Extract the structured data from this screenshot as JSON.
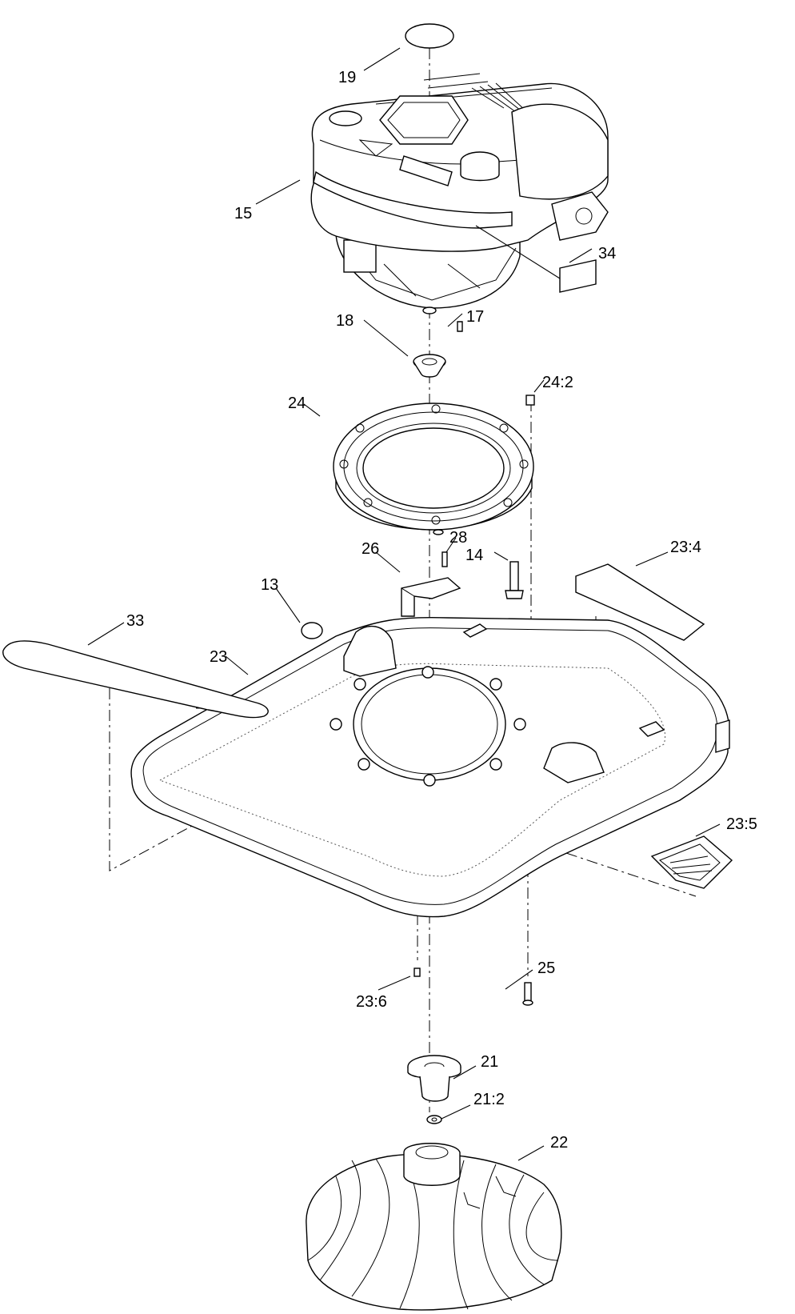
{
  "callouts": {
    "c19": "19",
    "c15": "15",
    "c34": "34",
    "c18": "18",
    "c17": "17",
    "c24_2": "24:2",
    "c24": "24",
    "c28": "28",
    "c26": "26",
    "c14": "14",
    "c23_4": "23:4",
    "c13": "13",
    "c33": "33",
    "c23": "23",
    "c23_5": "23:5",
    "c25": "25",
    "c23_6": "23:6",
    "c21": "21",
    "c21_2": "21:2",
    "c22": "22"
  }
}
